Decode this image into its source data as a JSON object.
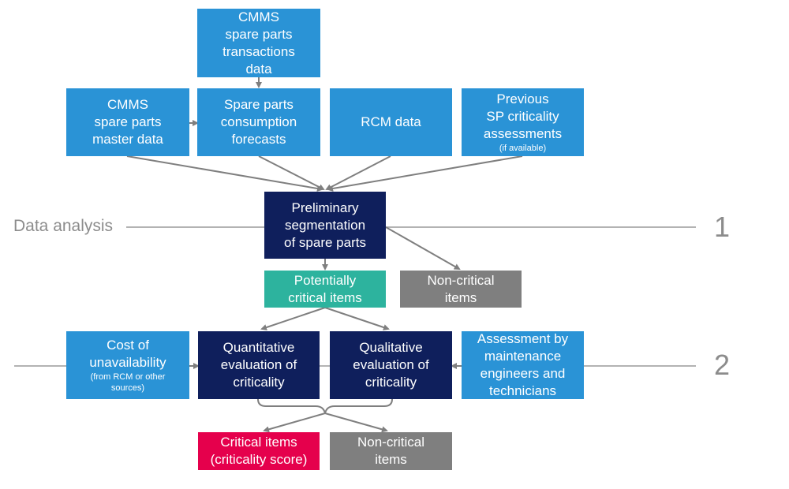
{
  "row_labels": {
    "data_analysis": "Data analysis",
    "step1": "1",
    "step2": "2"
  },
  "boxes": {
    "transactions": {
      "lines": [
        "CMMS",
        "spare parts",
        "transactions",
        "data"
      ]
    },
    "master": {
      "lines": [
        "CMMS",
        "spare parts",
        "master data"
      ]
    },
    "forecasts": {
      "lines": [
        "Spare parts",
        "consumption",
        "forecasts"
      ]
    },
    "rcm": {
      "lines": [
        "RCM data"
      ]
    },
    "previous": {
      "lines": [
        "Previous",
        "SP criticality",
        "assessments"
      ],
      "note": "(if available)"
    },
    "preliminary": {
      "lines": [
        "Preliminary",
        "segmentation",
        "of spare parts"
      ]
    },
    "potentially": {
      "lines": [
        "Potentially",
        "critical items"
      ]
    },
    "noncritical1": {
      "lines": [
        "Non-critical",
        "items"
      ]
    },
    "cost": {
      "lines": [
        "Cost of",
        "unavailability"
      ],
      "note": [
        "(from RCM or other",
        "sources)"
      ]
    },
    "quantitative": {
      "lines": [
        "Quantitative",
        "evaluation of",
        "criticality"
      ]
    },
    "qualitative": {
      "lines": [
        "Qualitative",
        "evaluation of",
        "criticality"
      ]
    },
    "assessment": {
      "lines": [
        "Assessment by",
        "maintenance",
        "engineers and",
        "technicians"
      ]
    },
    "critical": {
      "lines": [
        "Critical items",
        "(criticality score)"
      ]
    },
    "noncritical2": {
      "lines": [
        "Non-critical",
        "items"
      ]
    }
  },
  "colors": {
    "input_blue": "#2a93d6",
    "process_navy": "#0f1f5c",
    "potential_teal": "#2db39e",
    "noncritical_gray": "#7f7f7f",
    "critical_red": "#e5004c",
    "connector_gray": "#7f7f7f"
  }
}
